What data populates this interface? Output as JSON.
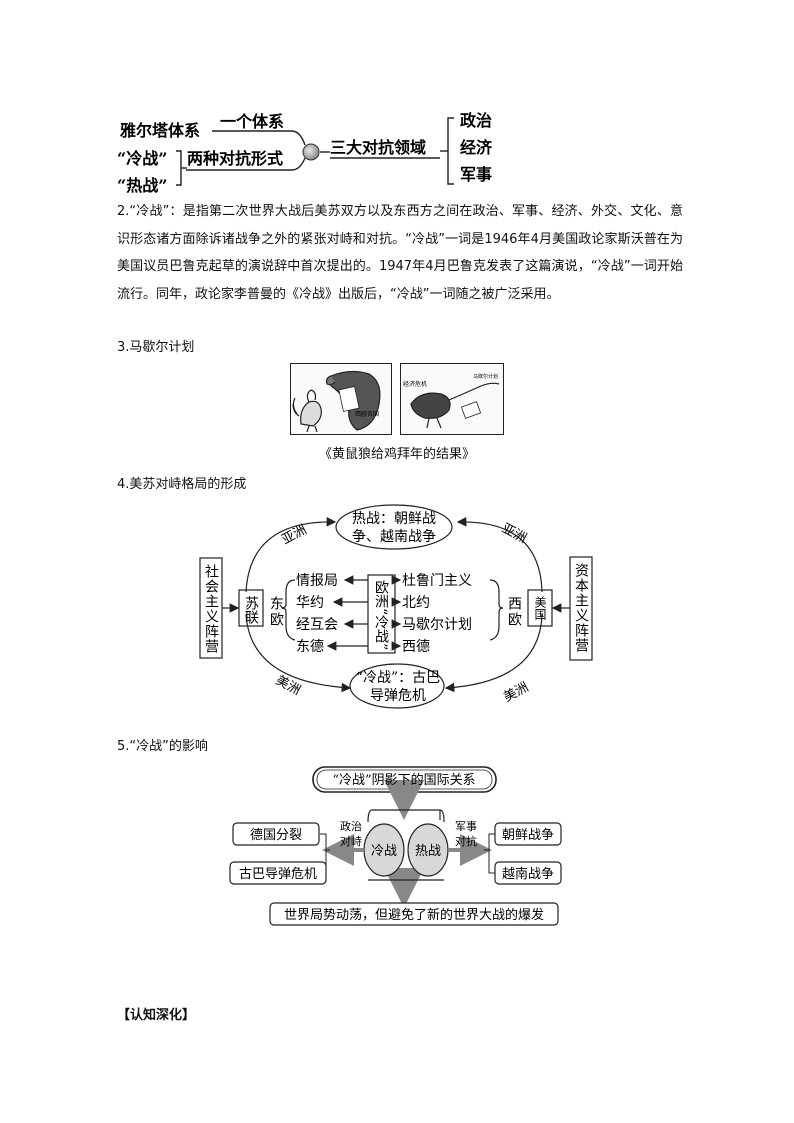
{
  "section1": {
    "left_top": "雅尔塔体系",
    "left_mid": "“冷战”",
    "left_bot": "“热战”",
    "branch_top": "一个体系",
    "branch_bot": "两种对抗形式",
    "center": "三大对抗领域",
    "right": [
      "政治",
      "经济",
      "军事"
    ]
  },
  "section2": {
    "paragraph": "2.“冷战”：是指第二次世界大战后美苏双方以及东西方之间在政治、军事、经济、外交、文化、意识形态诸方面除诉诸战争之外的紧张对峙和对抗。“冷战”一词是1946年4月美国政论家斯沃普在为美国议员巴鲁克起草的演说辞中首次提出的。1947年4月巴鲁克发表了这篇演说，“冷战”一词开始流行。同年，政论家李普曼的《冷战》出版后，“冷战”一词随之被广泛采用。"
  },
  "section3": {
    "heading": "3.马歇尔计划",
    "cartoon_left_label": "西欧各国",
    "cartoon_right_label": "经济危机",
    "cartoon_right_sign": "马歇尔计划",
    "caption": "《黄鼠狼给鸡拜年的结果》"
  },
  "section4": {
    "heading": "4.美苏对峙格局的形成",
    "top_oval": [
      "热战：朝鲜战",
      "争、越南战争"
    ],
    "bottom_oval": [
      "“冷战”：古巴",
      "导弹危机"
    ],
    "asia_left": "亚洲",
    "asia_right": "亚洲",
    "america_left": "美洲",
    "america_right": "美洲",
    "left_camp": "社会主义阵营",
    "right_camp": "资本主义阵营",
    "soviet": "苏联",
    "usa": "美国",
    "east_europe": "东欧",
    "west_europe": "西欧",
    "center": "欧洲“冷战”",
    "left_items": [
      "情报局",
      "华约",
      "经互会",
      "东德"
    ],
    "right_items": [
      "杜鲁门主义",
      "北约",
      "马歇尔计划",
      "西德"
    ]
  },
  "section5": {
    "heading": "5.“冷战”的影响",
    "top_box": "“冷战”阴影下的国际关系",
    "left_boxes": [
      "德国分裂",
      "古巴导弹危机"
    ],
    "right_boxes": [
      "朝鲜战争",
      "越南战争"
    ],
    "left_label": [
      "政治",
      "对峙"
    ],
    "right_label": [
      "军事",
      "对抗"
    ],
    "cold": "冷战",
    "hot": "热战",
    "bottom_box": "世界局势动荡，但避免了新的世界大战的爆发"
  },
  "footer": {
    "heading": "【认知深化】"
  }
}
